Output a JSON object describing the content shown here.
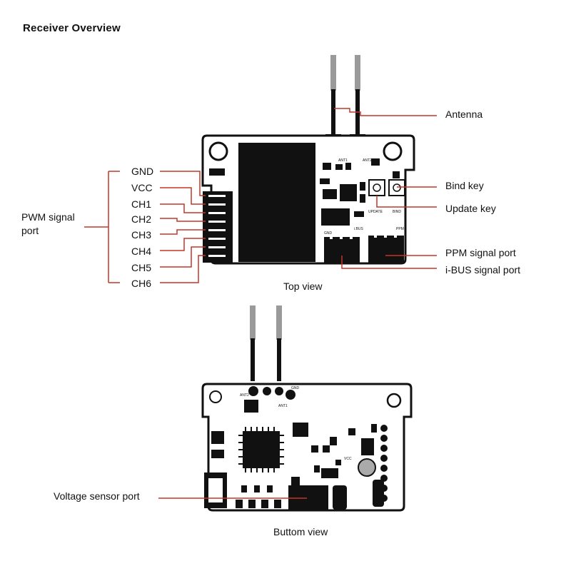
{
  "title": "Receiver Overview",
  "top_view": {
    "caption": "Top view",
    "labels": {
      "antenna": "Antenna",
      "bind_key": "Bind key",
      "update_key": "Update key",
      "ppm_port": "PPM signal port",
      "ibus_port": "i-BUS signal port",
      "pwm_port_line1": "PWM signal",
      "pwm_port_line2": "port",
      "gnd": "GND",
      "vcc": "VCC",
      "ch1": "CH1",
      "ch2": "CH2",
      "ch3": "CH3",
      "ch4": "CH4",
      "ch5": "CH5",
      "ch6": "CH6"
    },
    "silkscreen": {
      "ant1": "ANT1",
      "ant2": "ANT2",
      "update": "UPDATE",
      "bind": "BIND",
      "gnd": "GND",
      "ibus": "i.BUS",
      "ppm": "PPM"
    }
  },
  "bottom_view": {
    "caption": "Buttom view",
    "labels": {
      "voltage_sensor_port": "Voltage sensor port"
    },
    "silkscreen": {
      "ant2": "ANT2",
      "gnd": "GND",
      "ant1": "ANT1",
      "vcc": "VCC"
    }
  },
  "colors": {
    "callout_line": "#c0392b",
    "board": "#111111",
    "cable": "#999999"
  }
}
